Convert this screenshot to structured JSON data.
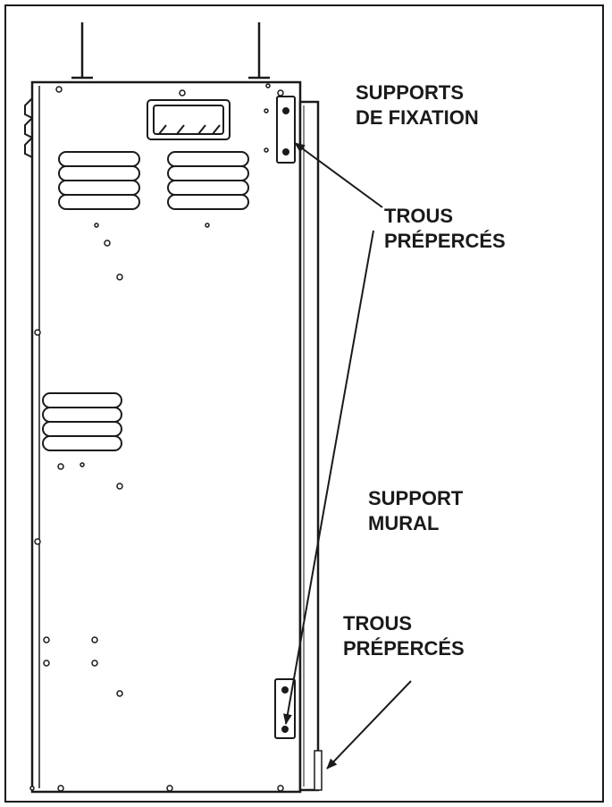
{
  "labels": {
    "supports_fixation": [
      "SUPPORTS",
      "DE FIXATION"
    ],
    "trous_top": [
      "TROUS",
      "PRÉPERCÉS"
    ],
    "support_mural": [
      "SUPPORT",
      "MURAL"
    ],
    "trous_bottom": [
      "TROUS",
      "PRÉPERCÉS"
    ]
  },
  "colors": {
    "line": "#1a1a1a",
    "background": "#ffffff"
  }
}
